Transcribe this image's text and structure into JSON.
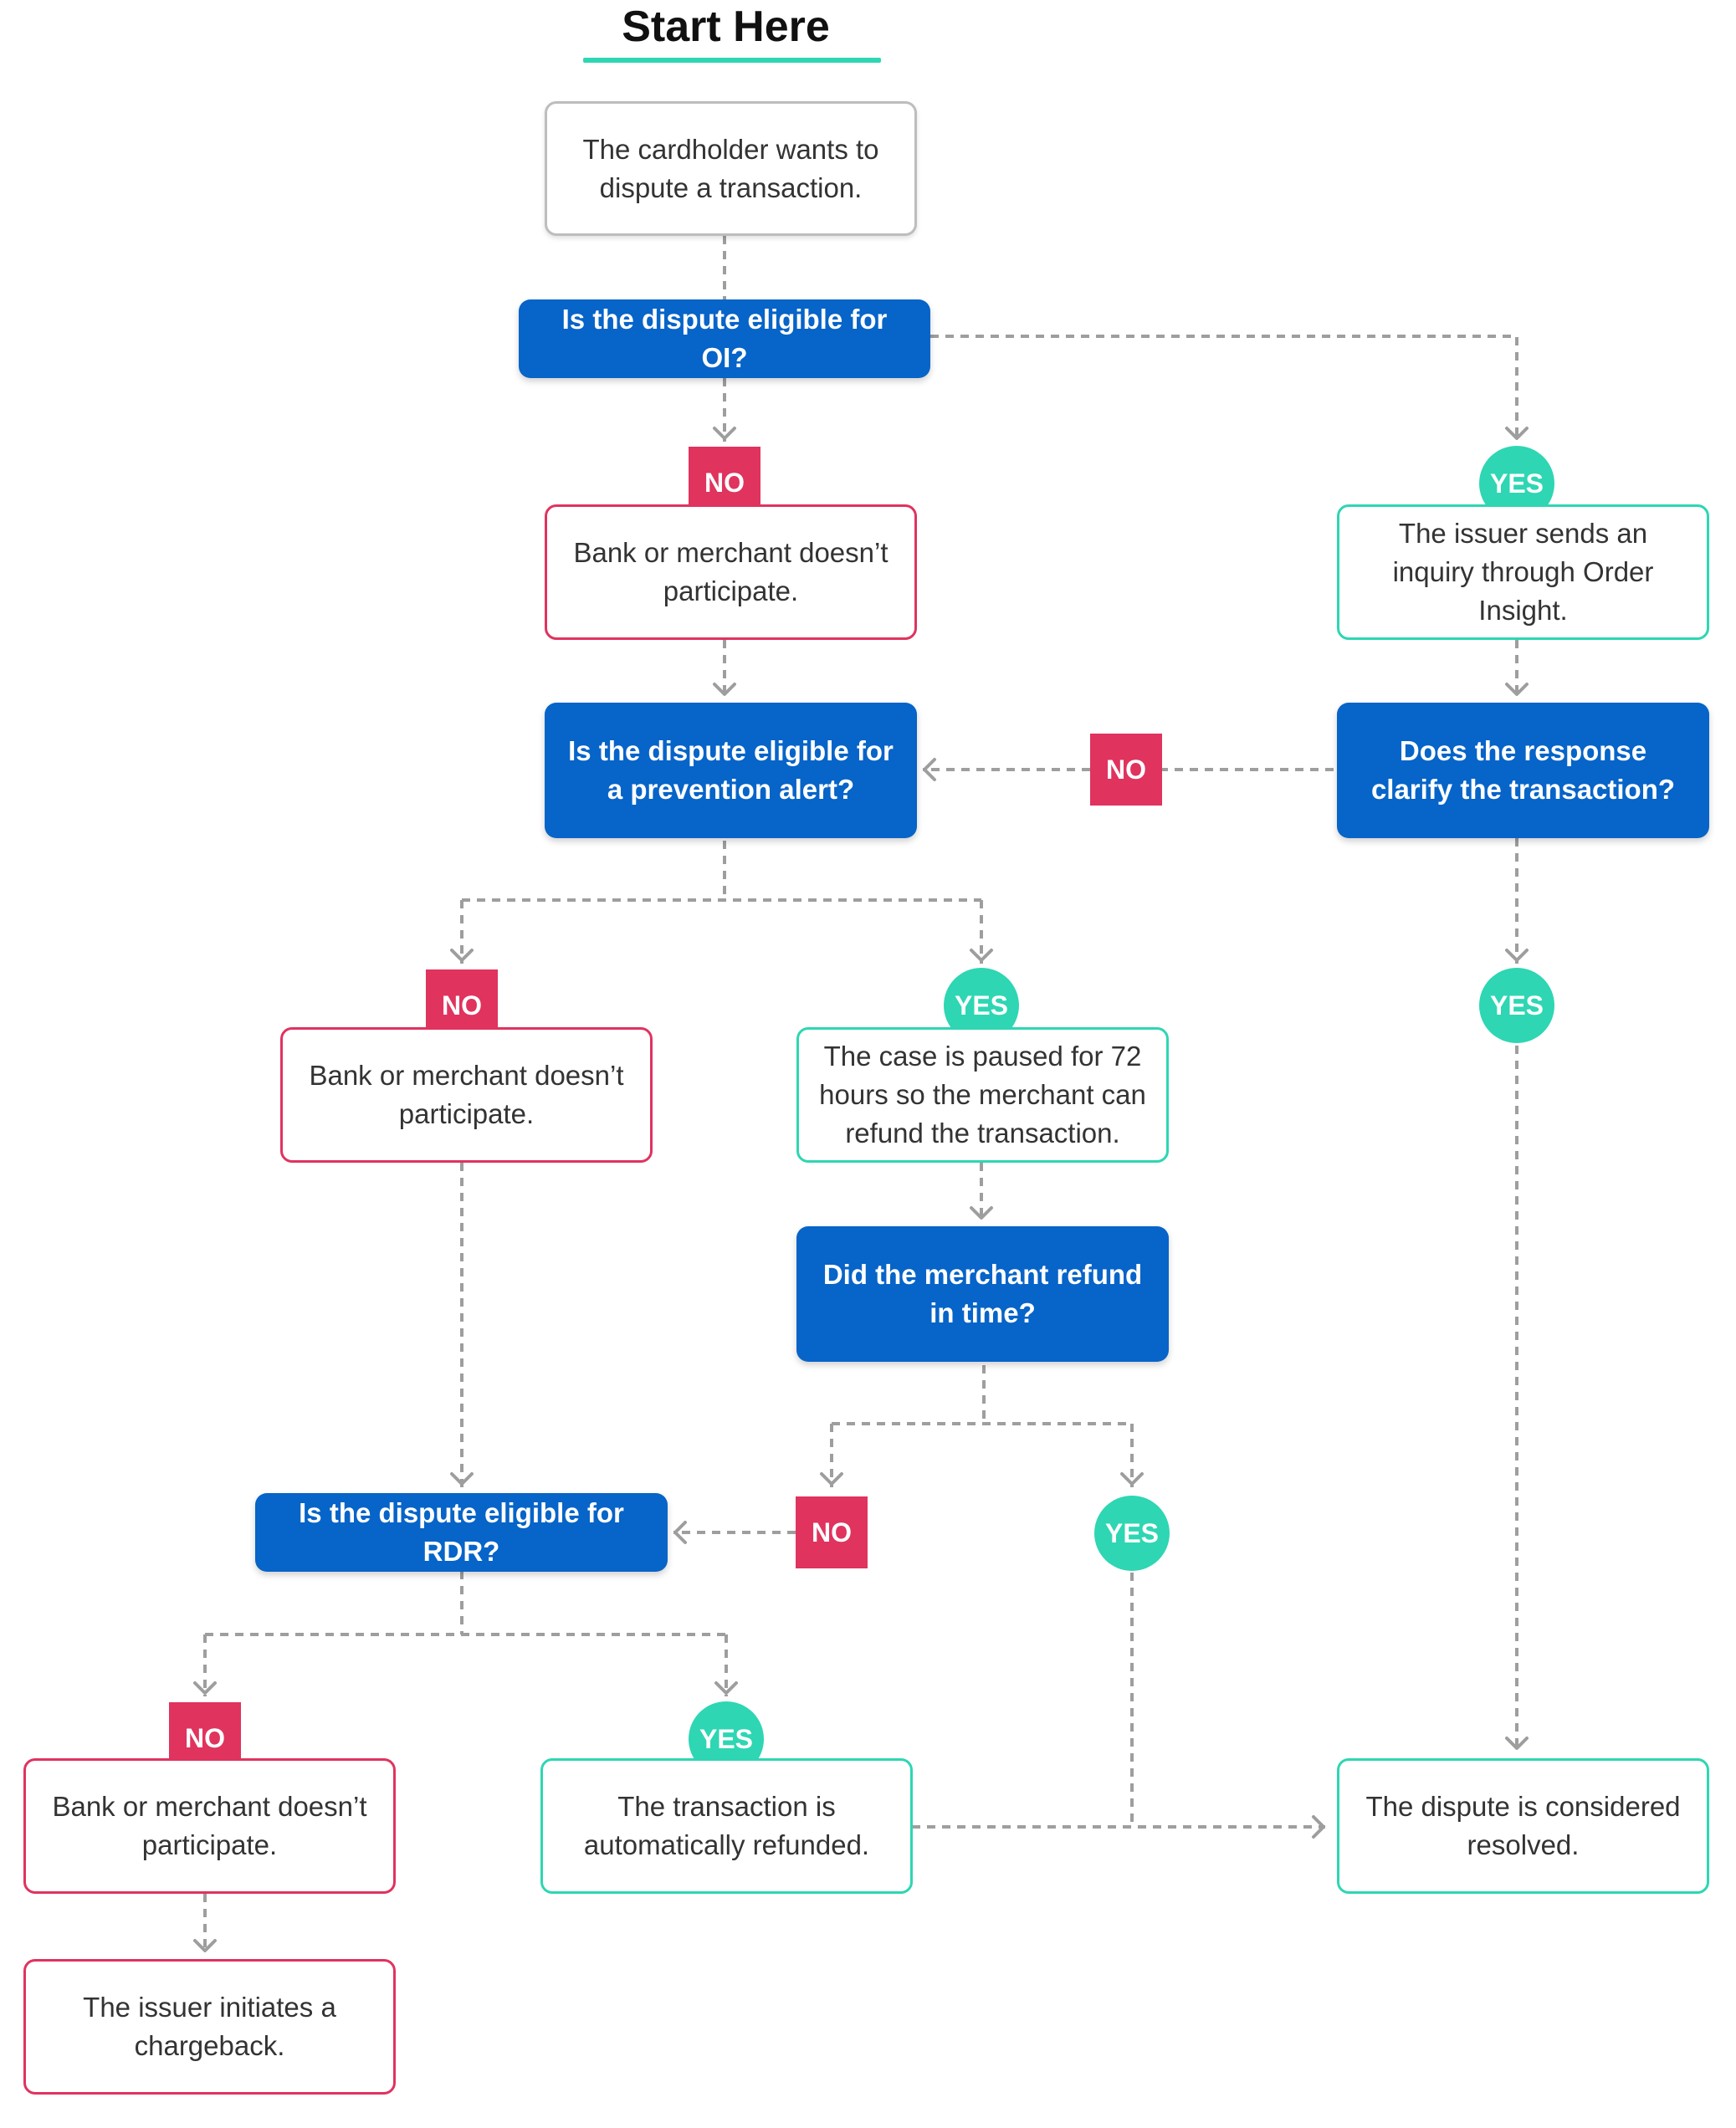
{
  "title": "Start Here",
  "colors": {
    "accent_teal": "#2ed6b3",
    "no_red": "#e0335e",
    "question_blue": "#0764c8",
    "connector_gray": "#9e9e9e"
  },
  "nodes": {
    "start": "The cardholder wants to dispute a transaction.",
    "q_oi": "Is the dispute eligible for OI?",
    "oi_no_result": "Bank or merchant doesn’t participate.",
    "oi_yes_result": "The issuer sends an inquiry through Order Insight.",
    "q_response": "Does the response clarify the transaction?",
    "q_prevention": "Is the dispute eligible for a prevention alert?",
    "prevention_no_result": "Bank or merchant doesn’t participate.",
    "prevention_yes_result": "The case is paused for 72 hours so the merchant can refund the transaction.",
    "q_refund": "Did the merchant refund in time?",
    "q_rdr": "Is the dispute eligible for RDR?",
    "rdr_no_result": "Bank or merchant doesn’t participate.",
    "rdr_yes_result": "The transaction is automatically refunded.",
    "resolved": "The dispute is considered resolved.",
    "chargeback": "The issuer initiates a chargeback."
  },
  "labels": {
    "no": "NO",
    "yes": "YES"
  }
}
